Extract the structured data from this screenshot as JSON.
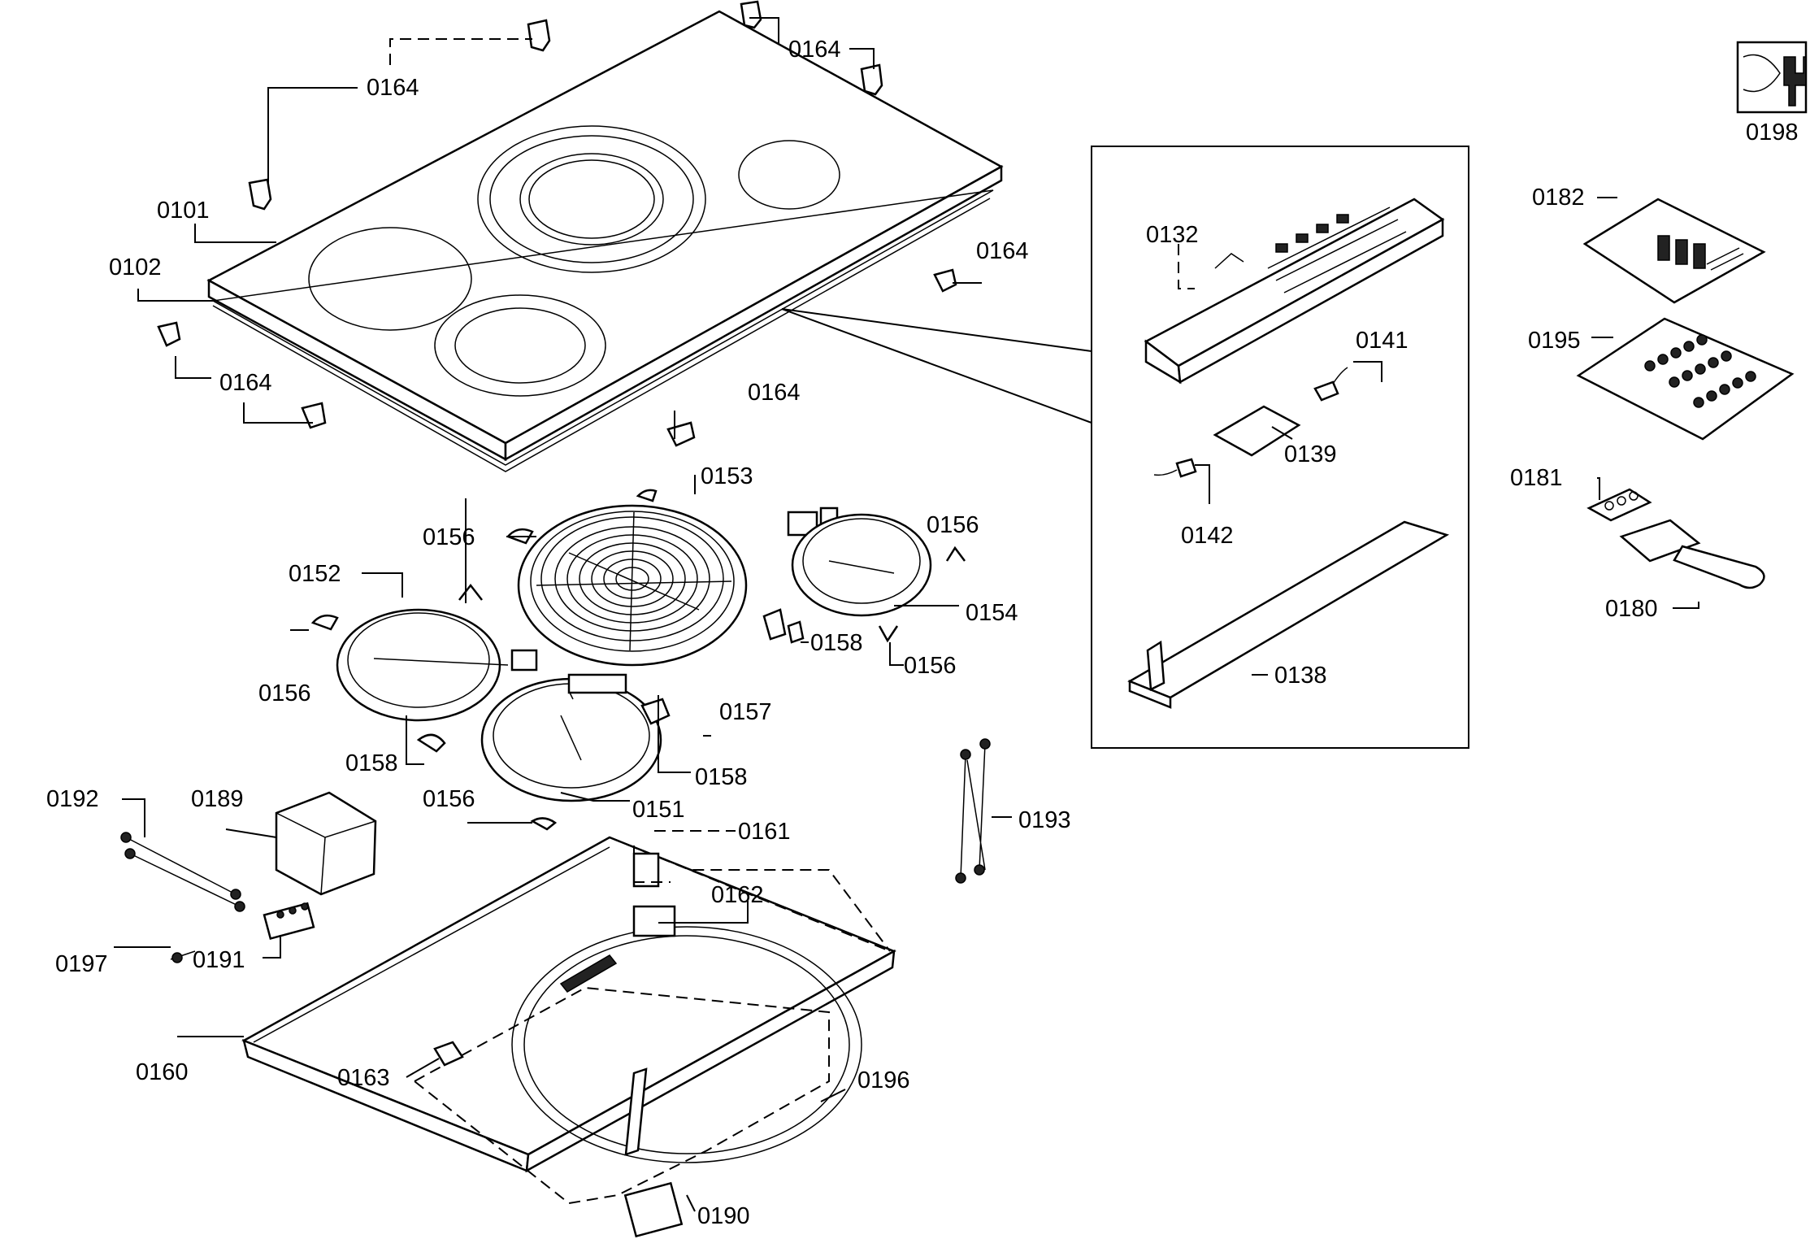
{
  "diagram": {
    "labels": [
      {
        "id": "0164a",
        "text": "0164"
      },
      {
        "id": "0164b",
        "text": "0164"
      },
      {
        "id": "0164c",
        "text": "0164"
      },
      {
        "id": "0164d",
        "text": "0164"
      },
      {
        "id": "0164e",
        "text": "0164"
      },
      {
        "id": "0101",
        "text": "0101"
      },
      {
        "id": "0102",
        "text": "0102"
      },
      {
        "id": "0132",
        "text": "0132"
      },
      {
        "id": "0141",
        "text": "0141"
      },
      {
        "id": "0139",
        "text": "0139"
      },
      {
        "id": "0142",
        "text": "0142"
      },
      {
        "id": "0138",
        "text": "0138"
      },
      {
        "id": "0198",
        "text": "0198"
      },
      {
        "id": "0182",
        "text": "0182"
      },
      {
        "id": "0195",
        "text": "0195"
      },
      {
        "id": "0181",
        "text": "0181"
      },
      {
        "id": "0180",
        "text": "0180"
      },
      {
        "id": "0153",
        "text": "0153"
      },
      {
        "id": "0156a",
        "text": "0156"
      },
      {
        "id": "0156b",
        "text": "0156"
      },
      {
        "id": "0156c",
        "text": "0156"
      },
      {
        "id": "0156d",
        "text": "0156"
      },
      {
        "id": "0156e",
        "text": "0156"
      },
      {
        "id": "0152",
        "text": "0152"
      },
      {
        "id": "0154",
        "text": "0154"
      },
      {
        "id": "0158a",
        "text": "0158"
      },
      {
        "id": "0158b",
        "text": "0158"
      },
      {
        "id": "0158c",
        "text": "0158"
      },
      {
        "id": "0157",
        "text": "0157"
      },
      {
        "id": "0151",
        "text": "0151"
      },
      {
        "id": "0161",
        "text": "0161"
      },
      {
        "id": "0162",
        "text": "0162"
      },
      {
        "id": "0193",
        "text": "0193"
      },
      {
        "id": "0192",
        "text": "0192"
      },
      {
        "id": "0189",
        "text": "0189"
      },
      {
        "id": "0197",
        "text": "0197"
      },
      {
        "id": "0191",
        "text": "0191"
      },
      {
        "id": "0160",
        "text": "0160"
      },
      {
        "id": "0163",
        "text": "0163"
      },
      {
        "id": "0196",
        "text": "0196"
      },
      {
        "id": "0190",
        "text": "0190"
      }
    ]
  }
}
